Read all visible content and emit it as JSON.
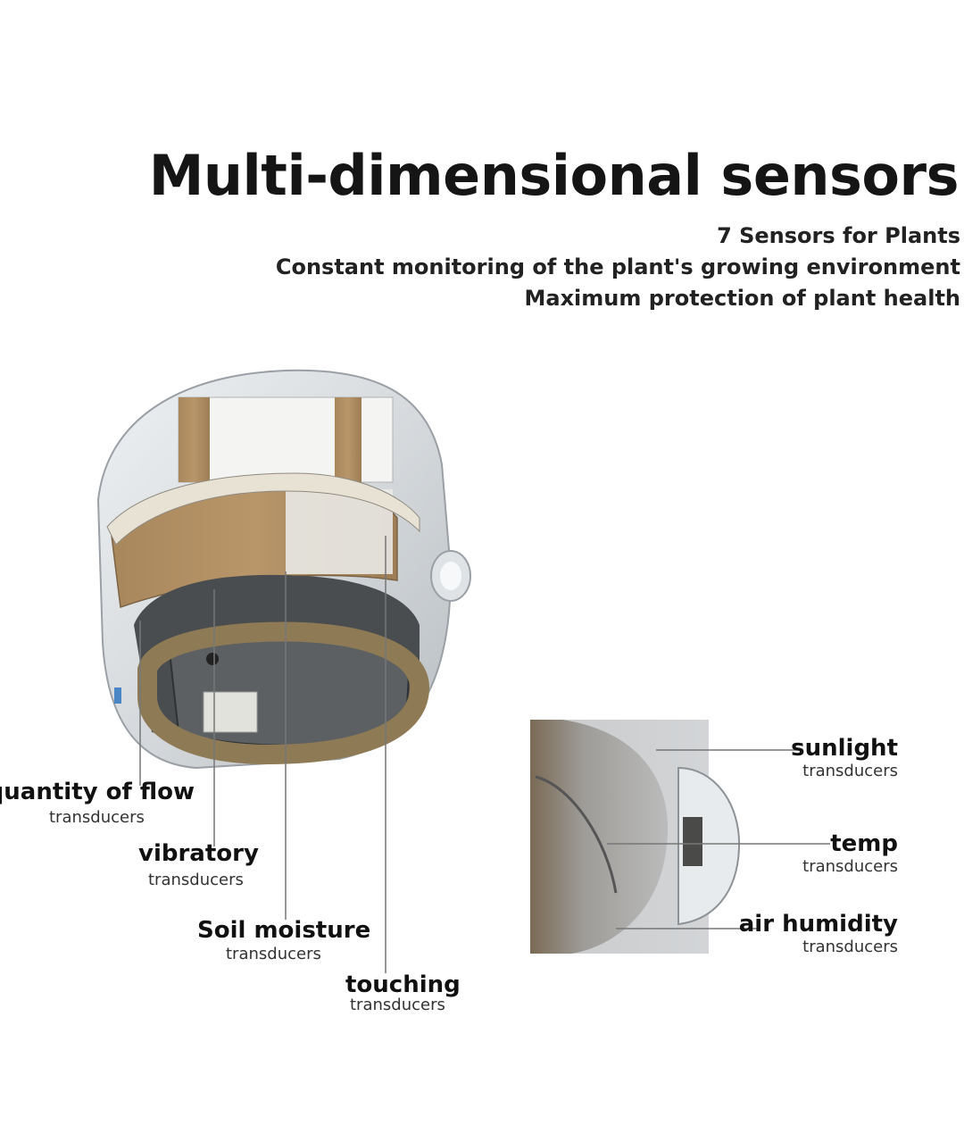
{
  "heading": {
    "title": "Multi-dimensional sensors",
    "lines": [
      "7 Sensors for Plants",
      "Constant monitoring of the plant's growing environment",
      "Maximum protection of plant health"
    ]
  },
  "sensors": [
    {
      "name": "quantity of flow",
      "type": "transducers"
    },
    {
      "name": "vibratory",
      "type": "transducers"
    },
    {
      "name": "Soil moisture",
      "type": "transducers"
    },
    {
      "name": "touching",
      "type": "transducers"
    },
    {
      "name": "sunlight",
      "type": "transducers"
    },
    {
      "name": "temp",
      "type": "transducers"
    },
    {
      "name": "air humidity",
      "type": "transducers"
    }
  ]
}
